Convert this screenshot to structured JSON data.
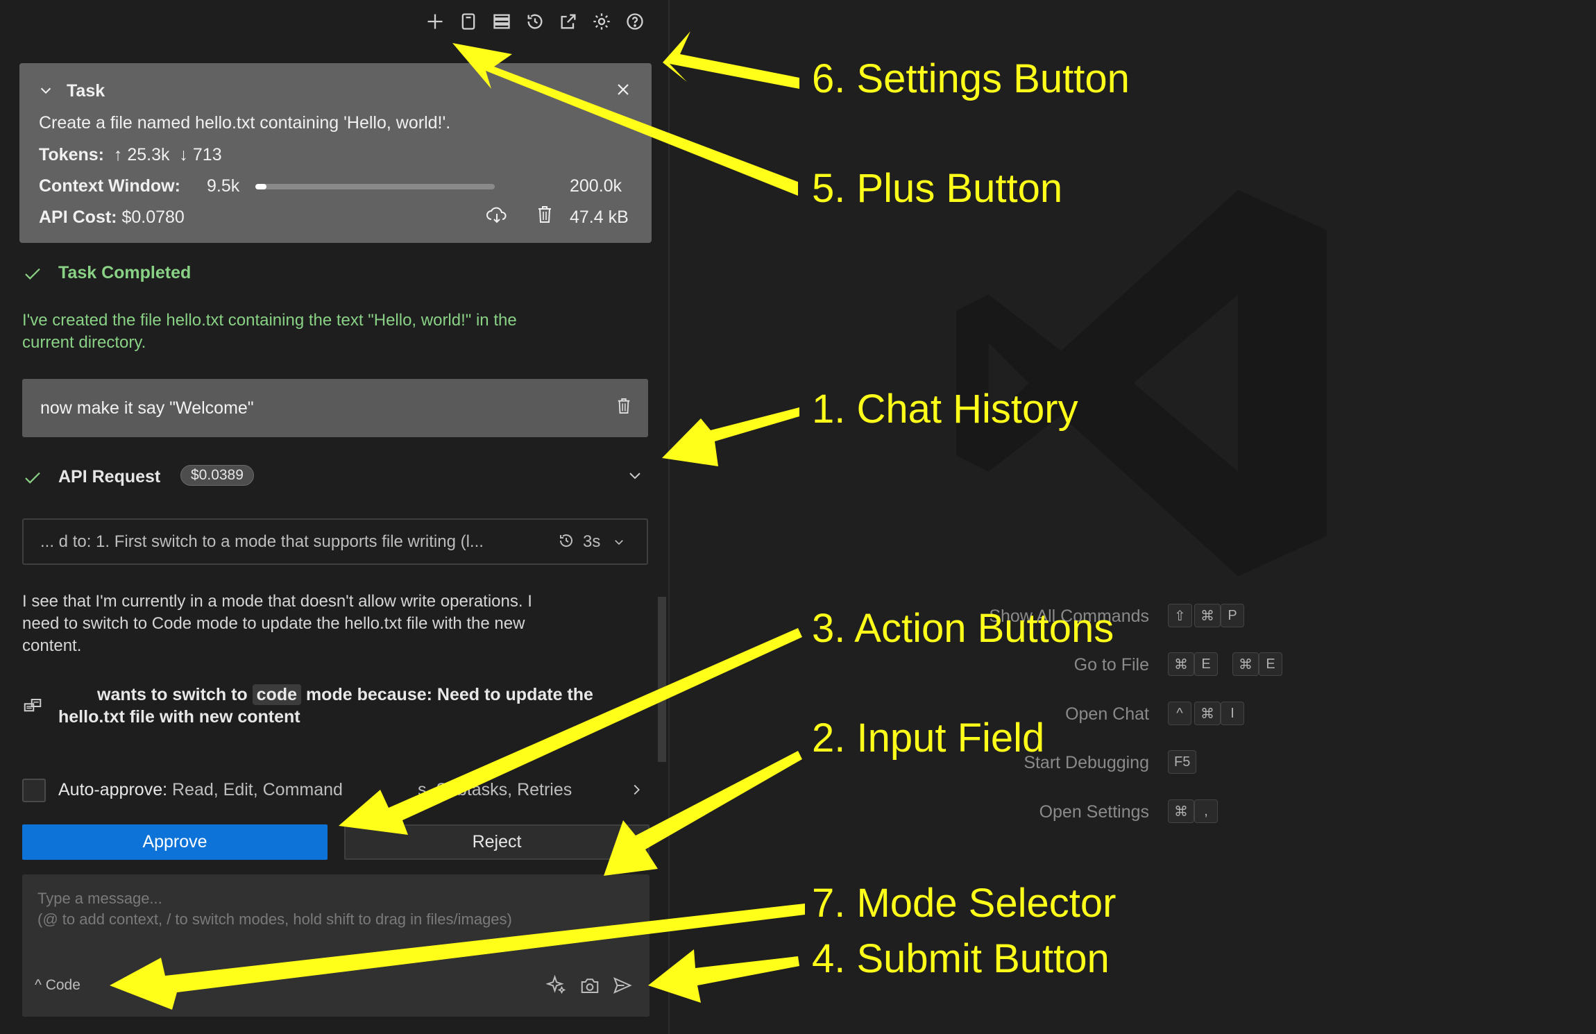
{
  "task": {
    "title": "Task",
    "description": "Create a file named hello.txt containing 'Hello, world!'.",
    "tokens_label": "Tokens:",
    "tokens_up": "25.3k",
    "tokens_down": "713",
    "context_label": "Context Window:",
    "context_used": "9.5k",
    "context_max": "200.0k",
    "context_fraction": 0.0475,
    "cost_label": "API Cost:",
    "cost_value": "$0.0780",
    "size": "47.4 kB"
  },
  "chat": {
    "completed_title": "Task Completed",
    "completed_text_1": "I've created the file hello.txt containing the text \"Hello, world!\" in the",
    "completed_text_2": "current directory.",
    "user_message": "now make it say \"Welcome\"",
    "api_request_label": "API Request",
    "api_request_cost": "$0.0389",
    "reasoning_summary": "... d to: 1. First switch to a mode that supports file writing (l...",
    "reasoning_time": "3s",
    "assistant_text_1": "I see that I'm currently in a mode that doesn't allow write operations. I",
    "assistant_text_2": "need to switch to Code mode to update the hello.txt file with the new",
    "assistant_text_3": "content.",
    "switch_prefix": "wants to switch to",
    "switch_mode": "code",
    "switch_suffix": "mode because: Need to update the",
    "switch_line2": "hello.txt file with new content"
  },
  "auto_approve": {
    "label": "Auto-approve:",
    "items": "Read, Edit, Command",
    "items_tail": "s, Subtasks, Retries"
  },
  "actions": {
    "approve": "Approve",
    "reject": "Reject"
  },
  "input": {
    "placeholder_1": "Type a message...",
    "placeholder_2": "(@ to add context, / to switch modes, hold shift to drag in files/images)",
    "mode": "Code"
  },
  "shortcuts": [
    {
      "label": "Show All Commands",
      "keys": [
        "⇧",
        "⌘",
        "P"
      ]
    },
    {
      "label": "Go to File",
      "keys": [
        "⌘",
        "E",
        "⌘",
        "E"
      ]
    },
    {
      "label": "Open Chat",
      "keys": [
        "^",
        "⌘",
        "I"
      ]
    },
    {
      "label": "Start Debugging",
      "keys": [
        "F5"
      ]
    },
    {
      "label": "Open Settings",
      "keys": [
        "⌘",
        ","
      ]
    }
  ],
  "annotations": {
    "settings": "6. Settings Button",
    "plus": "5. Plus Button",
    "history": "1. Chat History",
    "actions": "3. Action Buttons",
    "input": "2. Input Field",
    "mode": "7. Mode Selector",
    "submit": "4. Submit Button"
  },
  "colors": {
    "accent": "#0e73d8",
    "success": "#89d185",
    "annotation": "#ffff1a"
  }
}
